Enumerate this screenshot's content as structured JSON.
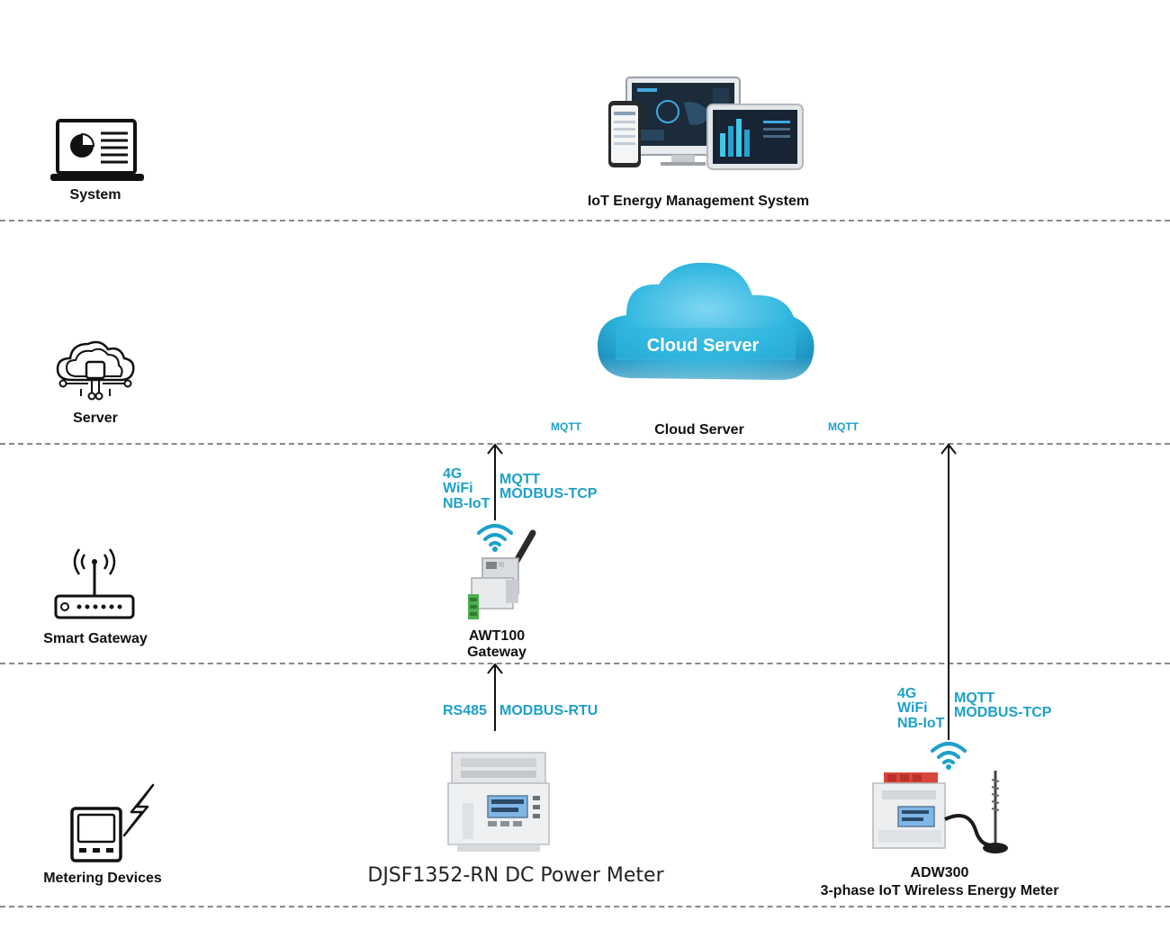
{
  "layers": [
    {
      "label": "System",
      "icon": "laptop-pie-chart-icon"
    },
    {
      "label": "Server",
      "icon": "cloud-network-icon"
    },
    {
      "label": "Smart Gateway",
      "icon": "router-icon"
    },
    {
      "label": "Metering Devices",
      "icon": "meter-lightning-icon"
    }
  ],
  "system": {
    "caption": "IoT Energy Management System"
  },
  "cloud": {
    "title": "Cloud Server",
    "caption": "Cloud Server",
    "mqtt_left": "MQTT",
    "mqtt_right": "MQTT"
  },
  "gateway": {
    "name": "AWT100",
    "sub": "Gateway",
    "uplink_left": [
      "4G",
      "WiFi",
      "NB-IoT"
    ],
    "uplink_right": [
      "MQTT",
      "MODBUS-TCP"
    ],
    "downlink_left": "RS485",
    "downlink_right": "MODBUS-RTU"
  },
  "dc_meter": {
    "caption": "DJSF1352-RN DC Power Meter"
  },
  "adw300": {
    "name": "ADW300",
    "sub": "3-phase IoT Wireless Energy Meter",
    "uplink_left": [
      "4G",
      "WiFi",
      "NB-IoT"
    ],
    "uplink_right": [
      "MQTT",
      "MODBUS-TCP"
    ]
  },
  "colors": {
    "accent": "#1ea0c8",
    "divider": "#8a8a8a",
    "cloud": "#2fb6df"
  }
}
